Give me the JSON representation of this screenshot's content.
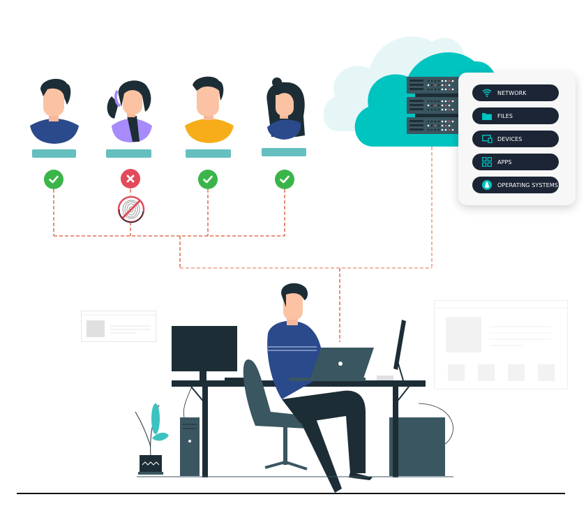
{
  "diagram": {
    "title": "",
    "colors": {
      "accent_teal": "#00c4c0",
      "cloud_light": "#e6f6f6",
      "panel_pill": "#1b2535",
      "name_bar": "#66bfbf",
      "status_ok": "#3bb54a",
      "status_fail": "#e14b5a",
      "connector": "#d9532e",
      "connector_light": "#e8a18a",
      "dark_navy": "#1d2d36",
      "server_gray": "#3a5660"
    },
    "users": [
      {
        "name": "user-1",
        "status": "approved",
        "status_icon": "check-icon"
      },
      {
        "name": "user-2",
        "status": "denied",
        "status_icon": "x-icon",
        "extra_icon": "fingerprint-blocked-icon"
      },
      {
        "name": "user-3",
        "status": "approved",
        "status_icon": "check-icon"
      },
      {
        "name": "user-4",
        "status": "approved",
        "status_icon": "check-icon"
      }
    ],
    "cloud": {
      "label": "cloud-server",
      "panel_items": [
        {
          "label": "NETWORK",
          "icon": "wifi-icon"
        },
        {
          "label": "FILES",
          "icon": "folder-icon"
        },
        {
          "label": "DEVICES",
          "icon": "devices-icon"
        },
        {
          "label": "APPS",
          "icon": "apps-grid-icon"
        },
        {
          "label": "OPERATING SYSTEMS",
          "icon": "linux-icon"
        }
      ]
    },
    "workstation": {
      "label": "admin-at-desk"
    }
  }
}
